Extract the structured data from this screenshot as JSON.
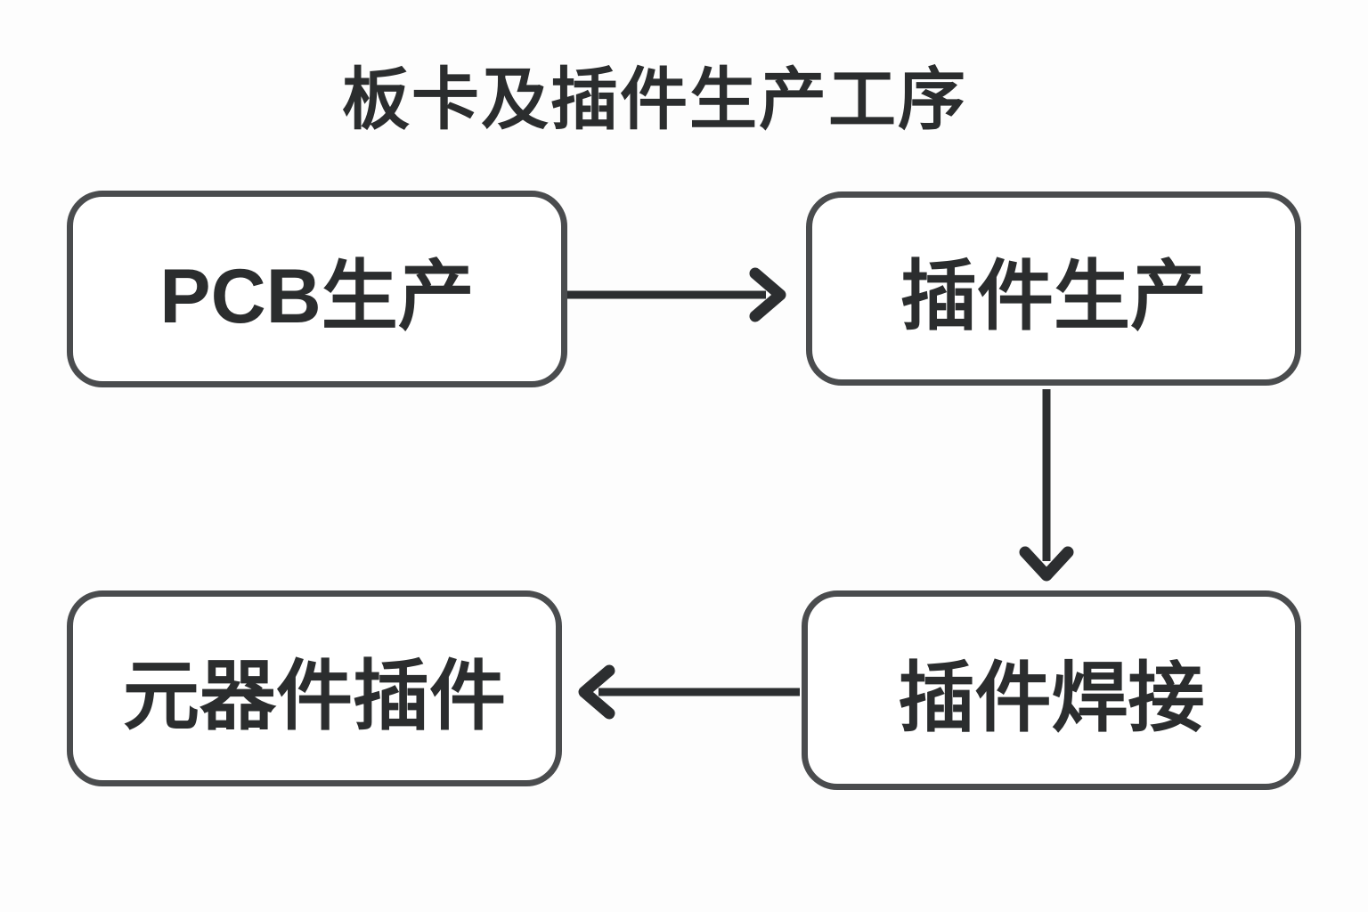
{
  "title": "板卡及插件生产工序",
  "diagram": {
    "nodes": [
      {
        "id": "pcb-production",
        "label": "PCB生产"
      },
      {
        "id": "plugin-production",
        "label": "插件生产"
      },
      {
        "id": "plugin-soldering",
        "label": "插件焊接"
      },
      {
        "id": "component-insertion",
        "label": "元器件插件"
      }
    ],
    "edges": [
      {
        "from": "PCB生产",
        "to": "插件生产",
        "direction": "right"
      },
      {
        "from": "插件生产",
        "to": "插件焊接",
        "direction": "down"
      },
      {
        "from": "插件焊接",
        "to": "元器件插件",
        "direction": "left"
      }
    ]
  },
  "colors": {
    "background": "#fdfdfd",
    "node_fill": "#ffffff",
    "node_border": "#4a4c4e",
    "text": "#2b2d2e",
    "arrow": "#2c2e30"
  }
}
